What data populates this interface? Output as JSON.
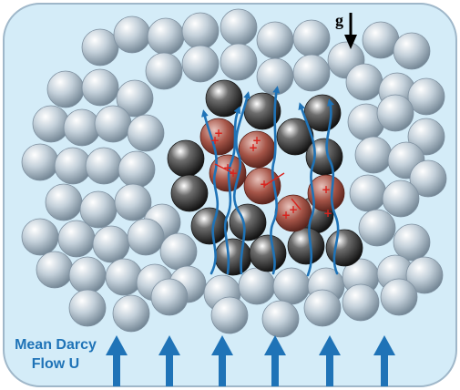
{
  "gravity": {
    "label": "g"
  },
  "flow": {
    "line1": "Mean Darcy",
    "line2": "Flow U"
  },
  "colors": {
    "background": "#d4ecf8",
    "frame": "#9fb7c9",
    "grain": "#b9c6d0",
    "dark_grain": "#2c2c2c",
    "red_grain": "#a8564a",
    "streamline": "#1f73b7",
    "force_marker": "#d8231e",
    "arrow": "#1f73b7"
  },
  "icons": [
    "gravity-arrow-icon",
    "flow-arrow-icon",
    "force-vector-icon"
  ]
}
